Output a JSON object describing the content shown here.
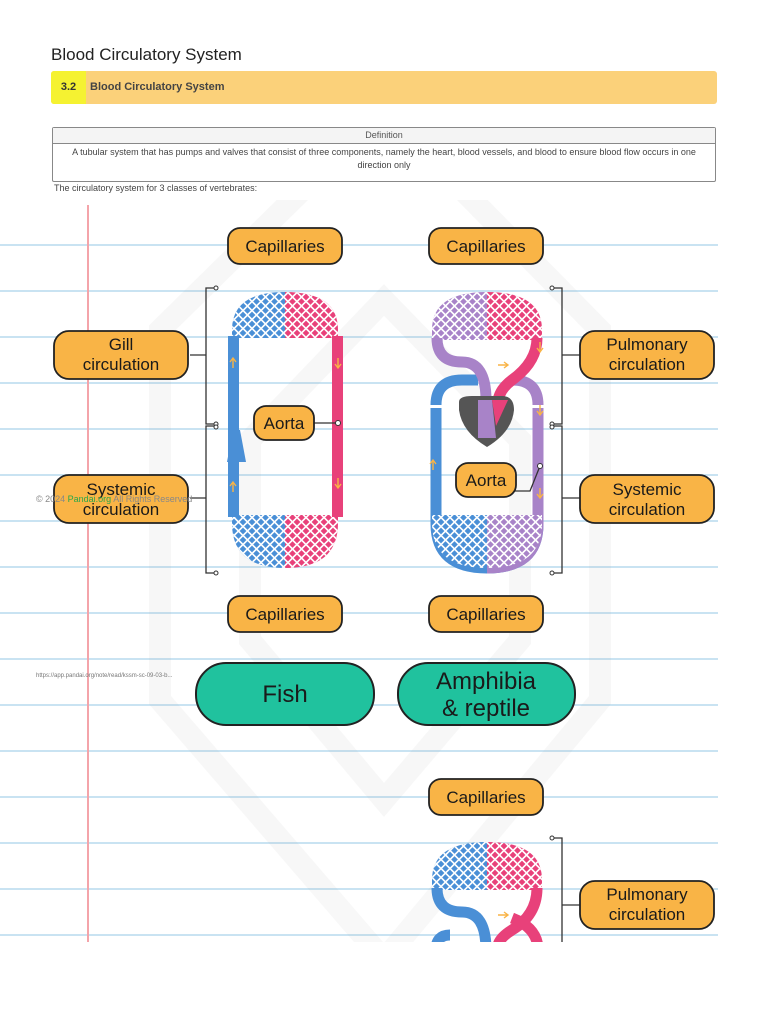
{
  "header": {
    "title": "Blood Circulatory System"
  },
  "section": {
    "number": "3.2",
    "title": "Blood Circulatory System"
  },
  "definition": {
    "heading": "Definition",
    "text": "A tubular system that has pumps and valves that consist of three components, namely the heart, blood vessels, and blood to ensure blood flow occurs in one direction only"
  },
  "intro": "The circulatory system for 3 classes of vertebrates:",
  "diagram": {
    "capillaries": "Capillaries",
    "aorta": "Aorta",
    "gill_circ": [
      "Gill",
      "circulation"
    ],
    "systemic_circ": [
      "Systemic",
      "circulation"
    ],
    "pulmonary_circ": [
      "Pulmonary",
      "circulation"
    ],
    "classes": {
      "fish": "Fish",
      "amphibia": [
        "Amphibia",
        "& reptile"
      ]
    }
  },
  "footer": {
    "copyright_prefix": "© 2024 ",
    "brand": "Pandai.org",
    "copyright_suffix": " All Rights Reserved",
    "url": "https://app.pandai.org/note/read/kssm-sc-09-03-b..."
  },
  "colors": {
    "section_bar": "#fbd17a",
    "section_number": "#f5f231",
    "label_fill": "#f9b446",
    "class_fill": "#20c29e",
    "vessel_blue": "#4a8fd6",
    "vessel_pink": "#e8417a",
    "vessel_purple": "#a883c8",
    "heart": "#555555"
  }
}
